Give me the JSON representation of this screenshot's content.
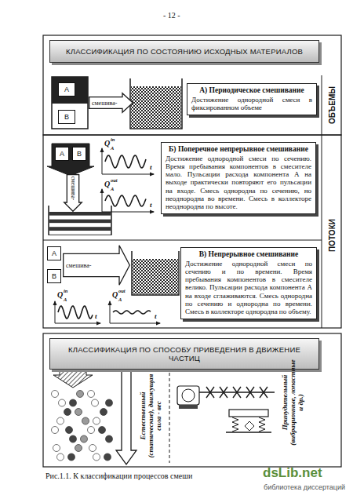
{
  "diagram": {
    "caption": "Рис.1.1. К классификации процессов смеши",
    "nodes": [
      {
        "text": [
          "КЛАССИФИКАЦИЯ ПО СОСТОЯНИЮ ИСХОДНЫХ МАТЕРИАЛОВ"
        ]
      },
      {
        "text": [
          "A"
        ]
      },
      {
        "text": [
          "B"
        ]
      },
      {
        "text": [
          "смешива-"
        ]
      },
      {
        "text": [
          "А) Периодическое смешивание",
          "Достижение однородной смеси в фиксированном объеме"
        ]
      },
      {
        "text": [
          "A"
        ]
      },
      {
        "text": [
          "B"
        ]
      },
      {
        "text": [
          "смешива-"
        ]
      },
      {
        "text": [
          "Б) Поперечное непрерывное смешивание",
          "Достижение однородной смеси по сечению. Время пребывания компонентов в смесителе мало. Пульсации расхода компонента А на выходе практически повторяют его пульсации на входе. Смесь однородна по сечению, но неоднородна во времени. Смесь в коллекторе неоднородна по высоте."
        ]
      },
      {
        "text": [
          "A"
        ]
      },
      {
        "text": [
          "B"
        ]
      },
      {
        "text": [
          "смешива-"
        ]
      },
      {
        "text": [
          "В) Непрерывное смешивание",
          "Достижение однородной смеси по сечению и по времени. Время пребывания компонентов в смесителе велико. Пульсации расхода компонента А на входе сглаживаются. Смесь однородна по сечению и однородна по времени. Смесь в коллекторе однородна по объему."
        ]
      },
      {
        "text": [
          "КЛАССИФИКАЦИЯ ПО СПОСОБУ ПРИВЕДЕНИЯ В ДВИЖЕНИЕ ЧАСТИЦ"
        ]
      }
    ],
    "labels": [
      "- 12 -",
      "ОБЪЕМЫ",
      "Q",
      "A",
      "in",
      "t",
      "Q",
      "A",
      "out",
      "t",
      "ПОТОКИ",
      "Q",
      "A",
      "in",
      "t",
      "Q",
      "A",
      "out",
      "t",
      "Естественный (статические), движущая сила - вес",
      "Принудительный (вибрационные, лопастные и др.)",
      "dsLib.net",
      "библиотека диссертаций"
    ]
  }
}
